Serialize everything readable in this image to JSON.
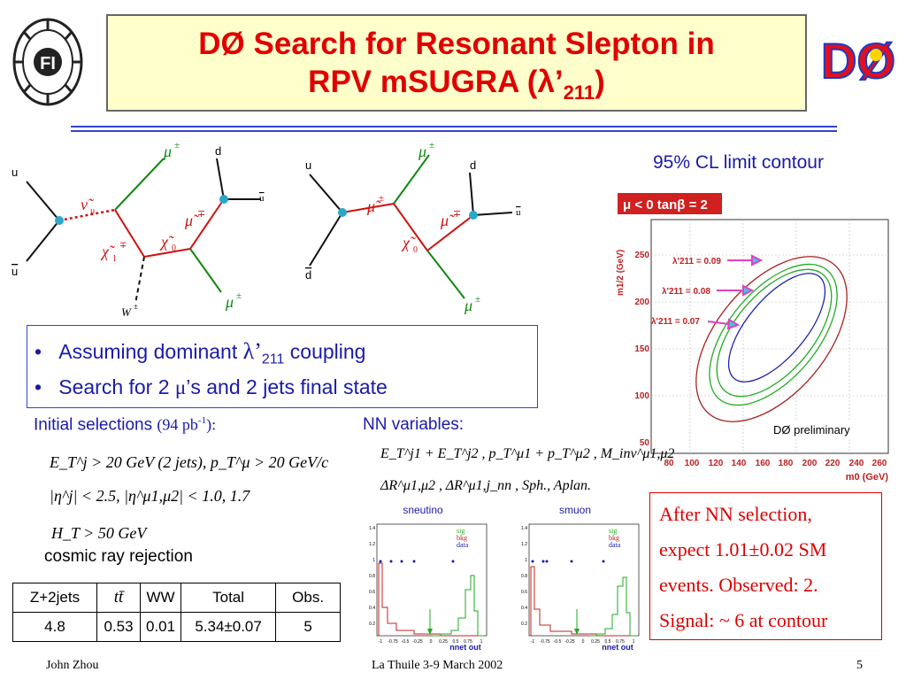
{
  "title": {
    "line1": "DØ Search for Resonant Slepton in",
    "line2_main": "RPV mSUGRA (λ’",
    "line2_sub": "211",
    "line2_end": ")"
  },
  "logos": {
    "fi_logo": "FI",
    "d0_logo": "DØ"
  },
  "bullets": [
    {
      "pre": "Assuming dominant ",
      "lambda": "λ’",
      "sub": "211",
      "post": " coupling"
    },
    {
      "pre": "Search for 2 ",
      "mu": "μ",
      "post": "’s and 2 jets final state"
    }
  ],
  "selections": {
    "heading": "Initial selections",
    "lumi": "(94 pb",
    "lumi_sup": "-1",
    "lumi_end": "):",
    "cut1": "E_T^j > 20 GeV (2 jets), p_T^μ > 20 GeV/c",
    "cut2": "|η^j| < 2.5, |η^μ1,μ2| < 1.0, 1.7",
    "cut3": "H_T > 50 GeV",
    "cosmic": "cosmic ray rejection"
  },
  "nn": {
    "heading": "NN variables:",
    "vars1": "E_T^j1 + E_T^j2 , p_T^μ1 + p_T^μ2 , M_inv^μ1,μ2",
    "vars2": "ΔR^μ1,μ2 , ΔR^μ1,j_nn , Sph., Aplan."
  },
  "diagram1": {
    "u_top": "u",
    "u_bot": "u",
    "d": "d",
    "ubar": "u",
    "sneutrino": "ν̃",
    "sneutrino_sub": "μ",
    "chargino": "χ̃",
    "chargino_sub": "1",
    "neutralino": "χ̃",
    "neutralino_sub": "0",
    "smuon": "μ̃",
    "mu_top": "μ",
    "mu_bot": "μ",
    "w": "W",
    "pm": "±",
    "mp": "∓"
  },
  "diagram2": {
    "u": "u",
    "dbar": "d",
    "d": "d",
    "ubar": "u",
    "smuon_left": "μ̃",
    "smuon_right": "μ̃",
    "neutralino": "χ̃",
    "neutralino_sub": "0",
    "mu_top": "μ",
    "mu_bot": "μ",
    "pm": "±",
    "mp": "∓"
  },
  "contour": {
    "heading": "95% CL limit contour",
    "banner": "μ < 0   tanβ = 2",
    "ylabel": "m1/2 (GeV)",
    "xlabel": "m0 (GeV)",
    "yticks": [
      "250",
      "200",
      "150",
      "100",
      "50"
    ],
    "xticks": [
      "80",
      "100",
      "120",
      "140",
      "160",
      "180",
      "200",
      "220",
      "240",
      "260"
    ],
    "labels": [
      "λ'211 = 0.09",
      "λ'211 = 0.08",
      "λ'211 = 0.07"
    ],
    "preliminary": "DØ preliminary",
    "colors": {
      "l09": "#aa2222",
      "l08": "#22aa22",
      "l07": "#2222aa"
    }
  },
  "hists": [
    {
      "title": "sneutino",
      "legend": [
        "sig",
        "bkg",
        "data"
      ],
      "xlabel": "nnet out",
      "yticks": [
        "1.4",
        "1.2",
        "1",
        "0.8",
        "0.6",
        "0.4",
        "0.2"
      ],
      "xticks": [
        "-1",
        "-0.75",
        "-0.5",
        "-0.25",
        "0",
        "0.25",
        "0.5",
        "0.75",
        "1"
      ]
    },
    {
      "title": "smuon",
      "legend": [
        "sig",
        "bkg",
        "data"
      ],
      "xlabel": "nnet out",
      "yticks": [
        "1.4",
        "1.2",
        "1",
        "0.8",
        "0.6",
        "0.4",
        "0.2"
      ],
      "xticks": [
        "-1",
        "-0.75",
        "-0.5",
        "-0.25",
        "0",
        "0.25",
        "0.5",
        "0.75",
        "1"
      ]
    }
  ],
  "table": {
    "headers": [
      "Z+2jets",
      "tt̄",
      "WW",
      "Total",
      "Obs."
    ],
    "row": [
      "4.8",
      "0.53",
      "0.01",
      "5.34±0.07",
      "5"
    ]
  },
  "after": [
    "After NN selection,",
    "expect 1.01±0.02 SM",
    "events. Observed: 2.",
    "Signal: ~ 6 at contour"
  ],
  "footer": {
    "left": "John Zhou",
    "center": "La Thuile 3-9 March 2002",
    "right": "5"
  }
}
